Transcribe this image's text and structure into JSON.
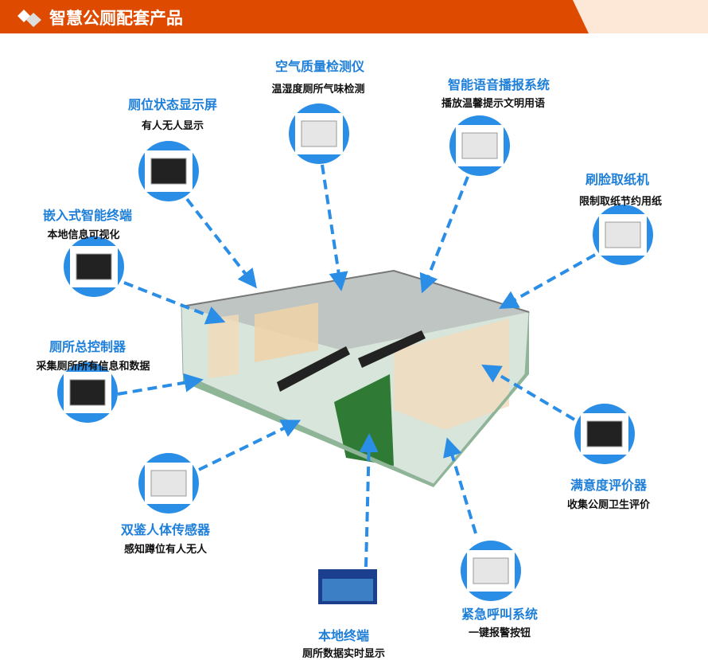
{
  "header": {
    "title": "智慧公厕配套产品"
  },
  "colors": {
    "accent": "#2b8ee6",
    "header": "#dd4a00",
    "title": "#1e7fd8"
  },
  "nodes": [
    {
      "title": "厕位状态显示屏",
      "subtitle": "有人无人显示",
      "icon": "stall-display-icon"
    },
    {
      "title": "空气质量检测仪",
      "subtitle": "温湿度厕所气味检测",
      "icon": "air-sensor-icon"
    },
    {
      "title": "智能语音播报系统",
      "subtitle": "播放温馨提示文明用语",
      "icon": "speaker-icon"
    },
    {
      "title": "刷脸取纸机",
      "subtitle": "限制取纸节约用纸",
      "icon": "face-paper-dispenser-icon"
    },
    {
      "title": "嵌入式智能终端",
      "subtitle": "本地信息可视化",
      "icon": "embedded-terminal-icon"
    },
    {
      "title": "厕所总控制器",
      "subtitle": "采集厕所所有信息和数据",
      "icon": "controller-icon"
    },
    {
      "title": "满意度评价器",
      "subtitle": "收集公厕卫生评价",
      "icon": "rating-device-icon"
    },
    {
      "title": "双鉴人体传感器",
      "subtitle": "感知蹲位有人无人",
      "icon": "motion-sensor-icon"
    },
    {
      "title": "紧急呼叫系统",
      "subtitle": "一键报警按钮",
      "icon": "emergency-button-icon"
    },
    {
      "title": "本地终端",
      "subtitle": "厕所数据实时显示",
      "icon": "local-screen-icon"
    }
  ]
}
